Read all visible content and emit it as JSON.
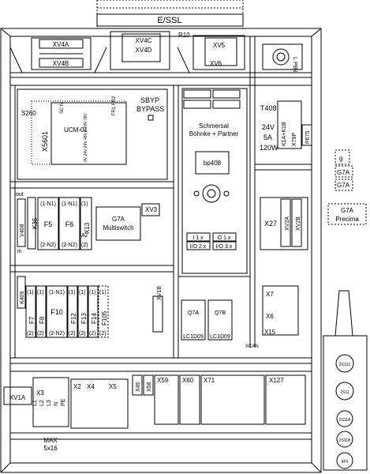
{
  "top": {
    "title": "E/SSL"
  },
  "top_row": {
    "xv4a": "XV4A",
    "xv4b": "XV4B",
    "xv4c": "XV4C",
    "xv4d": "XV4D",
    "r10": "R10",
    "xv5": "XV5",
    "xv6": "XV6",
    "socket": [
      "L",
      "PE",
      "N"
    ]
  },
  "ucm": {
    "s260": "S260",
    "module": "UCM-01",
    "x5601": "X5601",
    "sc_n": "SC N",
    "fr": "FR1 FR2",
    "bottom_pins": "0V 24V 24V 48V A 78V 78V",
    "sbyp": "SBYP",
    "bypass": "BYPASS"
  },
  "center_module": {
    "brand1": "Schmersal",
    "brand2": "Böhnke + Partner",
    "model": "bp408",
    "box_i1x": "I 1.x",
    "box_o1x": "O 1.x",
    "box_io2x": "I/O 2.x",
    "box_io3x": "I/O 3.x"
  },
  "transformer": {
    "t408": "T408",
    "v": "24V",
    "a": "5A",
    "w": "120W",
    "k1a": "K1A+K1B",
    "x79": "X79P",
    "p675": "P675"
  },
  "right_labels": {
    "small_top": "g",
    "g7a_a": "G7A",
    "g7a_b": "G7A",
    "precima": "Precima"
  },
  "fuses": {
    "out": "out",
    "in": "in",
    "v408": "V408",
    "k36": "K36",
    "f5": "F5",
    "f6": "F6",
    "f5_top": "(1-N1)",
    "f5_bot": "(2-N2)",
    "f6_top": "(1-N1)",
    "f6_bot": "(2-N2)",
    "x13": "X13",
    "one": "(1)",
    "two": "(2)",
    "a2": "A2",
    "g7a": "G7A",
    "multiswitch": "Multiswitch",
    "xv3": "XV3"
  },
  "x27_group": {
    "x27": "X27",
    "x27b": "XV2A",
    "x27c": "XV2B"
  },
  "lower": {
    "k409": "K409",
    "f7": "F7",
    "f8": "F8",
    "f10": "F10",
    "f12": "F12",
    "f13": "F13",
    "f14": "F14",
    "f105": "F105",
    "f10_top": "(1-N1)",
    "f10_bot": "(2-N2)",
    "one": "(1)",
    "two": "(2)",
    "xv1b": "XV1B",
    "q7a": "Q7A",
    "q7b": "Q7B",
    "lc1": "LC1D09",
    "lc2": "LC1D09",
    "xcan": "XCAN",
    "x7": "X7",
    "x6": "X6",
    "x15": "X15"
  },
  "bottom": {
    "xv1a": "XV1A",
    "x3": "X3",
    "pins": [
      "L1",
      "L2",
      "L3",
      "N",
      "PE"
    ],
    "max": "MAX",
    "size": "5x16",
    "x2": "X2",
    "x4": "X4",
    "x5": "X5",
    "x45": "X45",
    "x58": "X58",
    "x59": "X59",
    "x60": "X60",
    "x71": "X71",
    "x127": "X127"
  },
  "pendant": {
    "buttons": [
      "2S131",
      "2S11",
      "2S11A",
      "2S11B",
      "9P3"
    ]
  }
}
